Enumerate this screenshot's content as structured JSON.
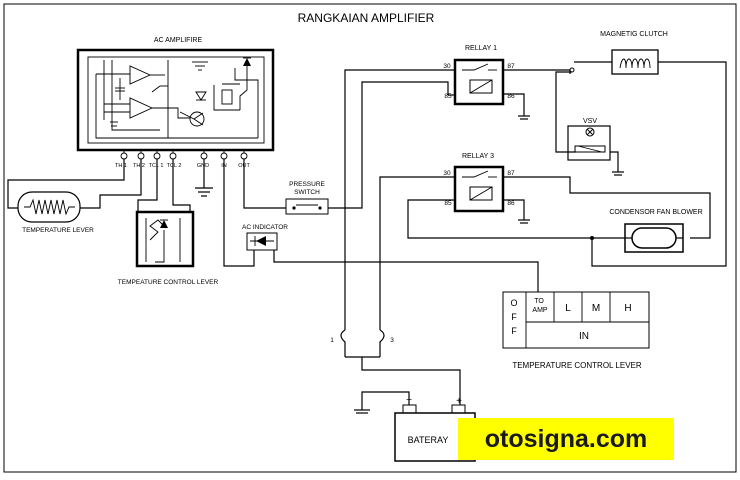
{
  "title": "RANGKAIAN AMPLIFIER",
  "amplifier": {
    "label": "AC AMPLIFIRE",
    "pins": [
      "TH 1",
      "TH 2",
      "TCL 1",
      "TCL 2",
      "GND",
      "IN",
      "OUT"
    ]
  },
  "relay1": {
    "label": "RELLAY 1",
    "pins": {
      "p30": "30",
      "p87": "87",
      "p85": "85",
      "p86": "86"
    }
  },
  "relay3": {
    "label": "RELLAY 3",
    "pins": {
      "p30": "30",
      "p87": "87",
      "p85": "85",
      "p86": "86"
    }
  },
  "magnetic_clutch": {
    "label": "MAGNETIG CLUTCH"
  },
  "vsv": {
    "label": "VSV"
  },
  "condenser_fan": {
    "label": "CONDENSOR FAN BLOWER"
  },
  "pressure_switch": {
    "label_line1": "PRESSURE",
    "label_line2": "SWITCH"
  },
  "temperature_lever": {
    "label": "TEMPERATURE LEVER"
  },
  "temp_control_lever_small": {
    "label": "TEMPEATURE CONTROL LEVER"
  },
  "ac_indicator": {
    "label": "AC INDICATOR"
  },
  "junction_labels": {
    "left": "1",
    "right": "3"
  },
  "control_panel": {
    "off_letters": [
      "O",
      "F",
      "F"
    ],
    "to_amp_line1": "TO",
    "to_amp_line2": "AMP",
    "speeds": [
      "L",
      "M",
      "H"
    ],
    "in_label": "IN",
    "caption": "TEMPERATURE CONTROL LEVER"
  },
  "battery": {
    "label": "BATERAY",
    "minus": "−",
    "plus": "+"
  },
  "watermark": {
    "text": "otosigna.com",
    "bg": "#ffff00",
    "color": "#1a1a1a"
  }
}
